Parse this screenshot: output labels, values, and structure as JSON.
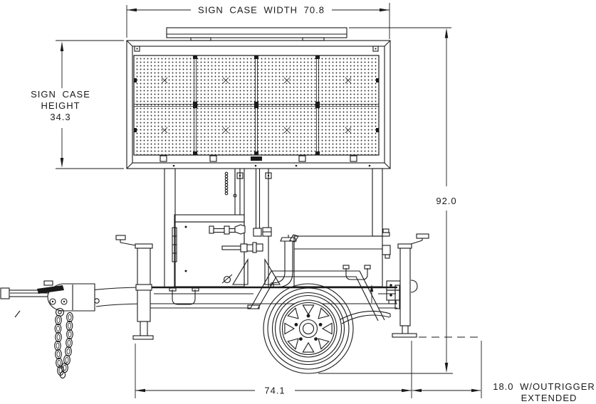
{
  "drawing": {
    "description": "Engineering side-elevation drawing of a trailer-mounted changeable message sign",
    "background": "#ffffff",
    "line_color": "#1a1a1a"
  },
  "dimensions": {
    "sign_case_width": {
      "text": "SIGN CASE WIDTH 70.8"
    },
    "sign_case_height": {
      "line1": "SIGN CASE",
      "line2": "HEIGHT",
      "line3": "34.3"
    },
    "overall_height": {
      "text": "92.0"
    },
    "base_length": {
      "text": "74.1"
    },
    "outrigger_extension": {
      "line1": "18.0 W/OUTRIGGER",
      "line2": "EXTENDED"
    }
  }
}
